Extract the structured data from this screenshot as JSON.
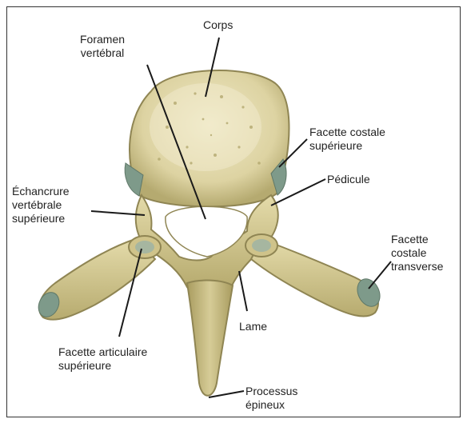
{
  "diagram": {
    "labels": {
      "corps": "Corps",
      "foramen": "Foramen\nvertébral",
      "facette_costale_sup": "Facette costale\nsupérieure",
      "pedicule": "Pédicule",
      "echancrure": "Échancrure\nvertébrale\nsupérieure",
      "facette_costale_transverse": "Facette\ncostale\ntransverse",
      "lame": "Lame",
      "facette_articulaire": "Facette articulaire\nsupérieure",
      "processus_epineux": "Processus\népineux"
    },
    "colors": {
      "bone": "#d8cf9a",
      "bone_shadow": "#b8ad72",
      "bone_dark": "#8f8553",
      "cartilage": "#7e9a8a",
      "leader": "#1a1a1a"
    }
  }
}
